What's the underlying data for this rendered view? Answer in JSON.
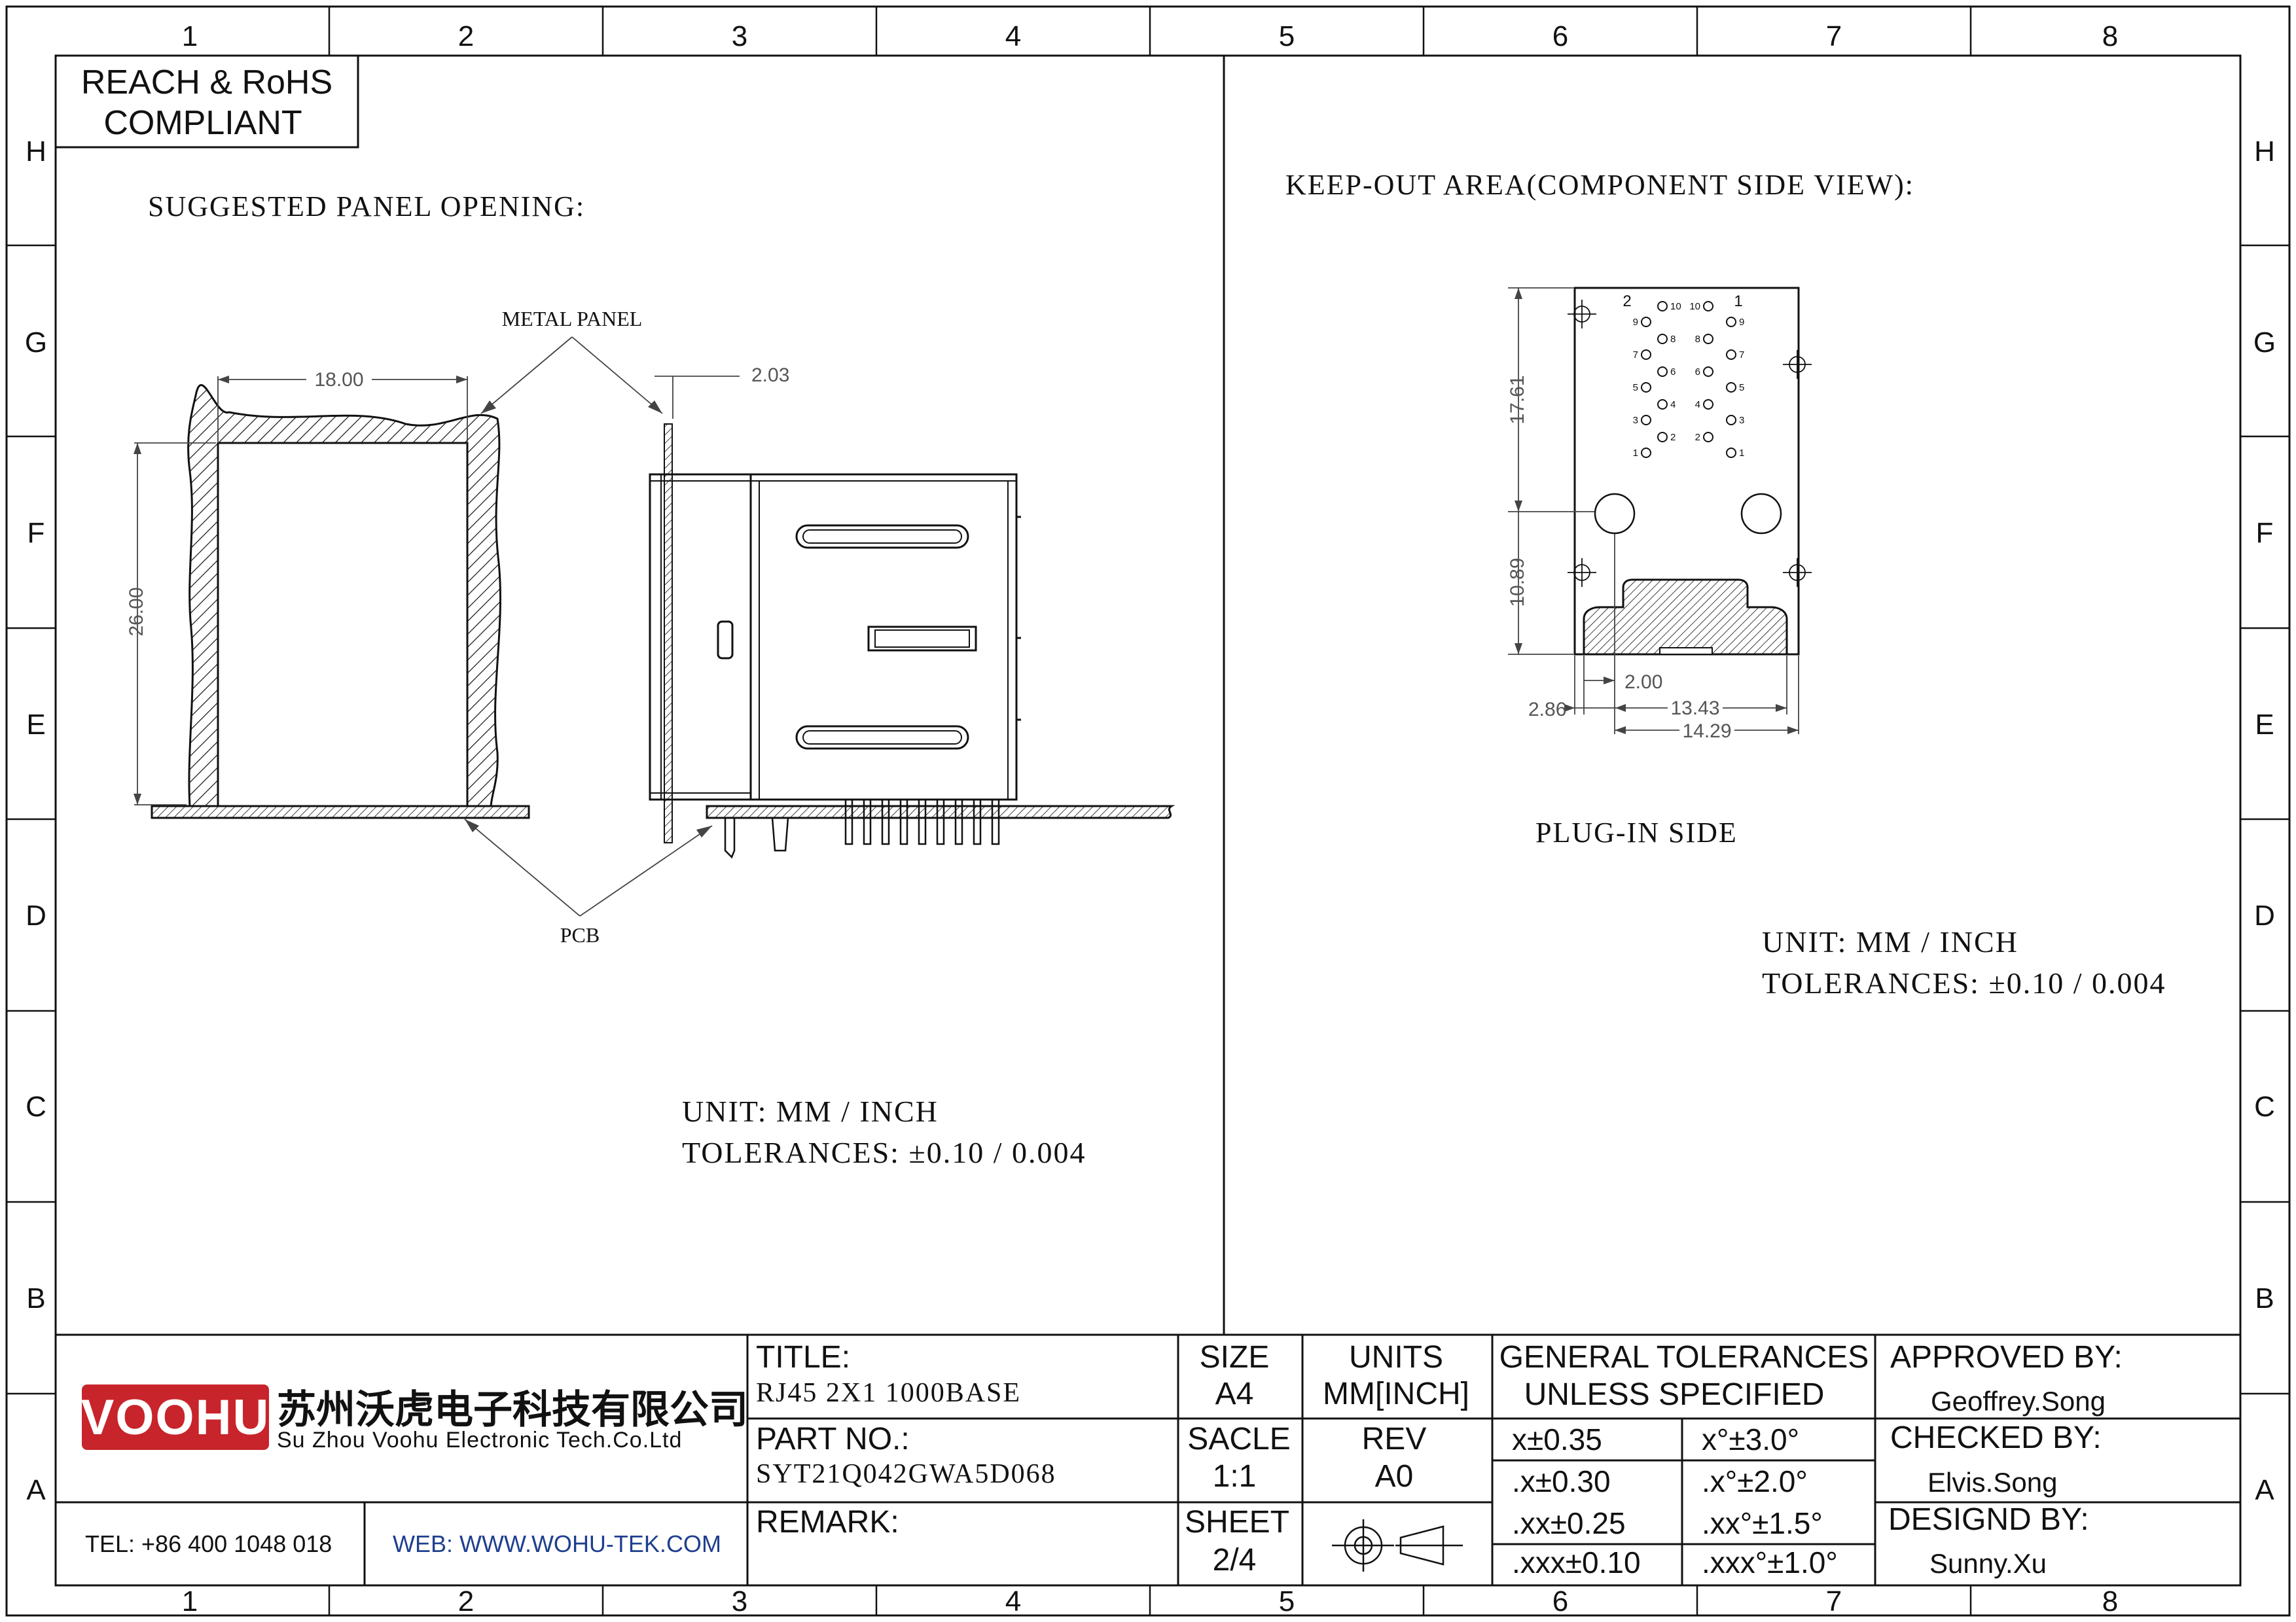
{
  "border": {
    "columns": [
      "1",
      "2",
      "3",
      "4",
      "5",
      "6",
      "7",
      "8"
    ],
    "rows": [
      "H",
      "G",
      "F",
      "E",
      "D",
      "C",
      "B",
      "A"
    ]
  },
  "compliance": {
    "line1": "REACH & RoHS",
    "line2": "COMPLIANT"
  },
  "left_view": {
    "heading": "SUGGESTED PANEL OPENING:",
    "metal_panel_label": "METAL PANEL",
    "pcb_label": "PCB",
    "dim_width": "18.00",
    "dim_height": "26.00",
    "dim_thickness": "2.03",
    "unit": "UNIT: MM / INCH",
    "tolerances": "TOLERANCES: ±0.10 / 0.004"
  },
  "right_view": {
    "heading": "KEEP-OUT AREA(COMPONENT SIDE VIEW):",
    "plug_in_side": "PLUG-IN SIDE",
    "dim_17_61": "17.61",
    "dim_10_89": "10.89",
    "dim_2_00": "2.00",
    "dim_2_86": "2.86",
    "dim_13_43": "13.43",
    "dim_14_29": "14.29",
    "port_label_left": "2",
    "port_label_right": "1",
    "pin_labels_left": [
      "10",
      "9",
      "8",
      "7",
      "6",
      "5",
      "4",
      "3",
      "2",
      "1"
    ],
    "pin_labels_right": [
      "10",
      "9",
      "8",
      "7",
      "6",
      "5",
      "4",
      "3",
      "2",
      "1"
    ],
    "unit": "UNIT: MM / INCH",
    "tolerances": "TOLERANCES: ±0.10 / 0.004"
  },
  "title_block": {
    "logo_text": "VOOHU",
    "company_cn": "苏州沃虎电子科技有限公司",
    "company_en": "Su Zhou Voohu Electronic Tech.Co.Ltd",
    "tel": "TEL: +86 400 1048 018",
    "web": "WEB: WWW.WOHU-TEK.COM",
    "title_label": "TITLE:",
    "title_value": "RJ45 2X1 1000BASE",
    "part_label": "PART NO.:",
    "part_value": "SYT21Q042GWA5D068",
    "remark_label": "REMARK:",
    "size_label": "SIZE",
    "size_value": "A4",
    "units_label": "UNITS",
    "units_value": "MM[INCH]",
    "scale_label": "SACLE",
    "scale_value": "1:1",
    "rev_label": "REV",
    "rev_value": "A0",
    "sheet_label": "SHEET",
    "sheet_value": "2/4",
    "gen_tol_line1": "GENERAL TOLERANCES",
    "gen_tol_line2": "UNLESS SPECIFIED",
    "tol_rows": [
      [
        "x±0.35",
        "x°±3.0°"
      ],
      [
        ".x±0.30",
        ".x°±2.0°"
      ],
      [
        ".xx±0.25",
        ".xx°±1.5°"
      ],
      [
        ".xxx±0.10",
        ".xxx°±1.0°"
      ]
    ],
    "approved_label": "APPROVED BY:",
    "approved_value": "Geoffrey.Song",
    "checked_label": "CHECKED BY:",
    "checked_value": "Elvis.Song",
    "designed_label": "DESIGND BY:",
    "designed_value": "Sunny.Xu"
  },
  "colors": {
    "logo_red": "#c8242b",
    "web_blue": "#1f3f8f"
  }
}
